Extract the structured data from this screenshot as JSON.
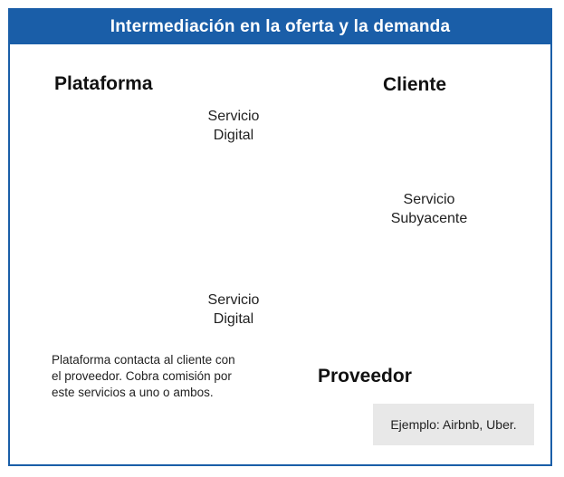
{
  "title": "Intermediación en la oferta y la demanda",
  "nodes": {
    "platform": "Plataforma",
    "client": "Cliente",
    "provider": "Proveedor"
  },
  "edges": {
    "platform_client": [
      "Servicio",
      "Digital"
    ],
    "client_provider": [
      "Servicio",
      "Subyacente"
    ],
    "platform_provider": [
      "Servicio",
      "Digital"
    ]
  },
  "note": [
    "Plataforma contacta al cliente con",
    "el proveedor. Cobra comisión por",
    "este servicios a uno o ambos."
  ],
  "example": "Ejemplo: Airbnb, Uber.",
  "icons": {
    "platform": "office-building-icon",
    "client": "businessman-icon",
    "provider": "person-at-computer-icon",
    "money": "money-cash-icon"
  },
  "colors": {
    "accent": "#1a5ea8",
    "connector": "#8a8a8a"
  }
}
